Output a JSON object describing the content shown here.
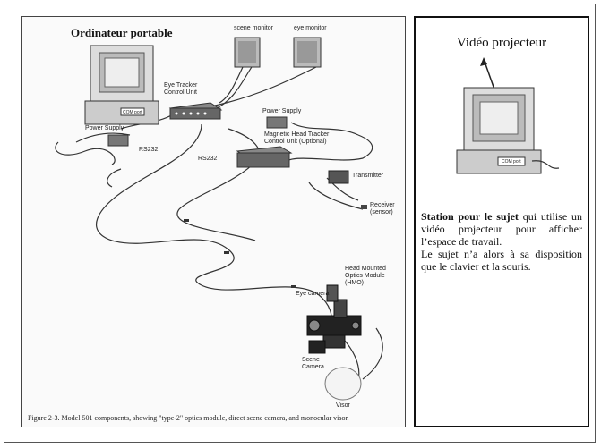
{
  "left": {
    "title": "Ordinateur portable",
    "labels": {
      "scene_monitor": "scene monitor",
      "eye_monitor": "eye monitor",
      "control_unit_1": "Eye Tracker",
      "control_unit_2": "Control Unit",
      "com_port": "COM port",
      "power_supply_left": "Power Supply",
      "rs232_a": "RS232",
      "rs232_b": "RS232",
      "power_supply_right": "Power Supply",
      "mhtcu_1": "Magnetic Head Tracker",
      "mhtcu_2": "Control Unit (Optional)",
      "transmitter": "Transmitter",
      "receiver_1": "Receiver",
      "receiver_2": "(sensor)",
      "hmo_1": "Head Mounted",
      "hmo_2": "Optics Module",
      "hmo_3": "(HMO)",
      "eye_camera": "Eye camera",
      "scene_camera_1": "Scene",
      "scene_camera_2": "Camera",
      "visor": "Visor"
    },
    "caption": "Figure 2-3.  Model 501 components, showing \"type-2\" optics module, direct scene camera, and monocular visor."
  },
  "right": {
    "title": "Vidéo projecteur",
    "com_port": "COM port",
    "desc_bold": "Station pour le sujet",
    "desc_rest": " qui utilise un vidéo projecteur pour afficher l’espace de travail.",
    "desc_2": "Le sujet n’a alors à sa disposition que le clavier et la souris."
  }
}
